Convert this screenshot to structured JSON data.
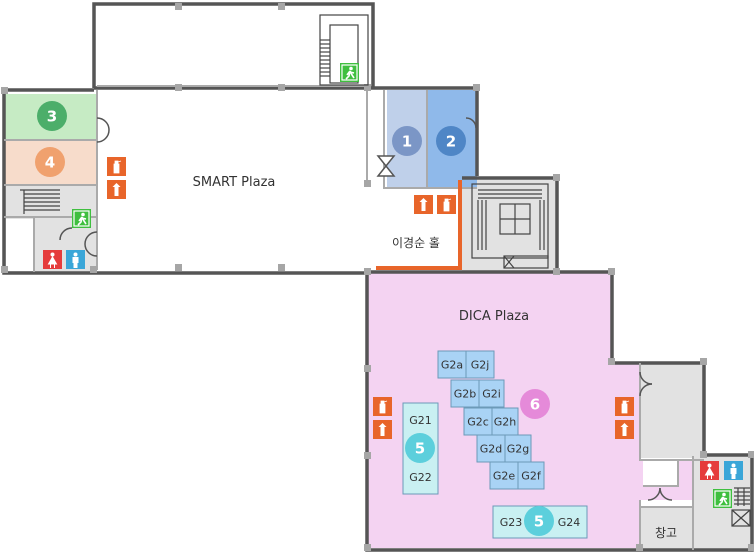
{
  "rooms": {
    "smart_plaza": "SMART Plaza",
    "dica_plaza": "DICA Plaza",
    "lee_hall": "이경순 홀",
    "storage": "창고"
  },
  "zones": [
    {
      "id": "z1",
      "label": "1",
      "color": "#7b96c6"
    },
    {
      "id": "z2",
      "label": "2",
      "color": "#4f86c6"
    },
    {
      "id": "z3",
      "label": "3",
      "color": "#4cae6a"
    },
    {
      "id": "z4",
      "label": "4",
      "color": "#f0a16e"
    },
    {
      "id": "z5a",
      "label": "5",
      "color": "#5ccfdc"
    },
    {
      "id": "z5b",
      "label": "5",
      "color": "#5ccfdc"
    },
    {
      "id": "z6",
      "label": "6",
      "color": "#e58ad9"
    }
  ],
  "booths": [
    "G2a",
    "G2j",
    "G2b",
    "G2i",
    "G2c",
    "G2h",
    "G2d",
    "G2g",
    "G2e",
    "G2f",
    "G21",
    "G22",
    "G23",
    "G24"
  ],
  "icons": {
    "exit": "emergency-exit-icon",
    "extinguisher": "fire-extinguisher-icon",
    "hydrant": "fire-hydrant-icon",
    "restroom_female": "female-restroom-icon",
    "restroom_male": "male-restroom-icon",
    "stairs": "stairs-icon",
    "elevator": "elevator-icon"
  },
  "colors": {
    "wall": "#555555",
    "dica_floor": "#f4d3f2",
    "zone1_floor": "#bfd0ea",
    "zone2_floor": "#8fb9ea",
    "zone3_floor": "#c6ebc4",
    "zone4_floor": "#f7dccb",
    "booth_blue": "#a9d3f5",
    "booth_cyan": "#c9f0f2",
    "safety_orange": "#e8652a",
    "exit_green": "#3fbf3f",
    "gray_room": "#e2e2e2"
  }
}
